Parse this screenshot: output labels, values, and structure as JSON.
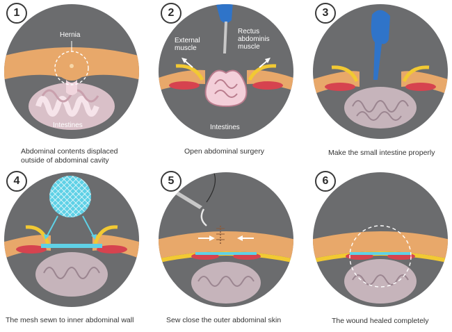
{
  "colors": {
    "background": "#6b6c6e",
    "skin": "#e8a86a",
    "muscle_yellow": "#f2c933",
    "muscle_red": "#d6434f",
    "intestine": "#e9b4c2",
    "glove_blue": "#2f74c9",
    "mesh_cyan": "#5fd1e6"
  },
  "steps": [
    {
      "number": "1",
      "caption_lines": [
        "Abdominal contents displaced",
        "outside of abdominal cavity"
      ]
    },
    {
      "number": "2",
      "caption_lines": [
        "Open abdominal surgery"
      ]
    },
    {
      "number": "3",
      "caption_lines": [
        "Make the small intestine properly"
      ]
    },
    {
      "number": "4",
      "caption_lines": [
        "The mesh sewn to inner abdominal wall"
      ]
    },
    {
      "number": "5",
      "caption_lines": [
        "Sew close the outer abdominal skin"
      ]
    },
    {
      "number": "6",
      "caption_lines": [
        "The wound healed completely"
      ]
    }
  ],
  "labels": {
    "hernia": "Hernia",
    "intestines_1": "Intestines",
    "external_muscle": [
      "External",
      "muscle"
    ],
    "rectus_muscle": [
      "Rectus",
      "abdominis",
      "muscle"
    ],
    "intestines_2": "Intestines"
  }
}
